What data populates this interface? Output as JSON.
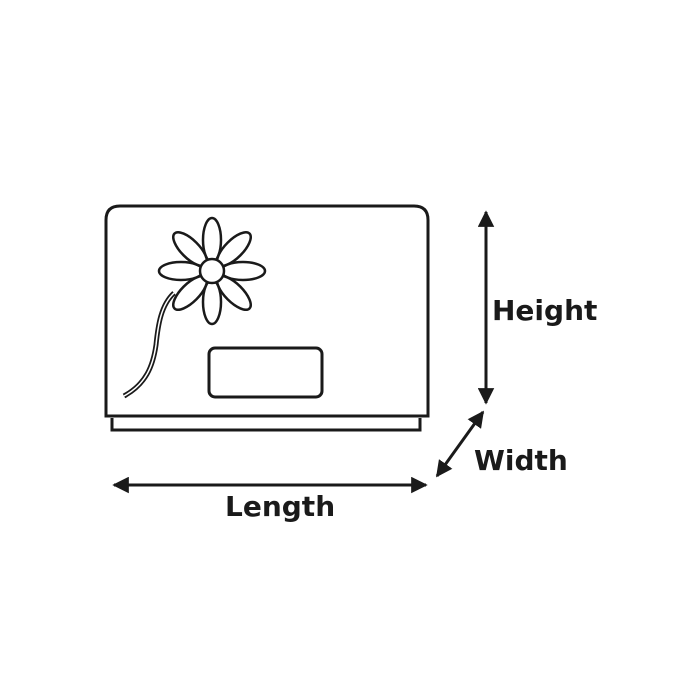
{
  "labels": {
    "height": "Height",
    "width": "Width",
    "length": "Length"
  },
  "colors": {
    "stroke": "#1a1a1a",
    "background": "#ffffff"
  },
  "icons": [
    "flower-icon",
    "label-plate",
    "up-down-arrow-icon",
    "diagonal-arrow-icon",
    "left-right-arrow-icon"
  ]
}
